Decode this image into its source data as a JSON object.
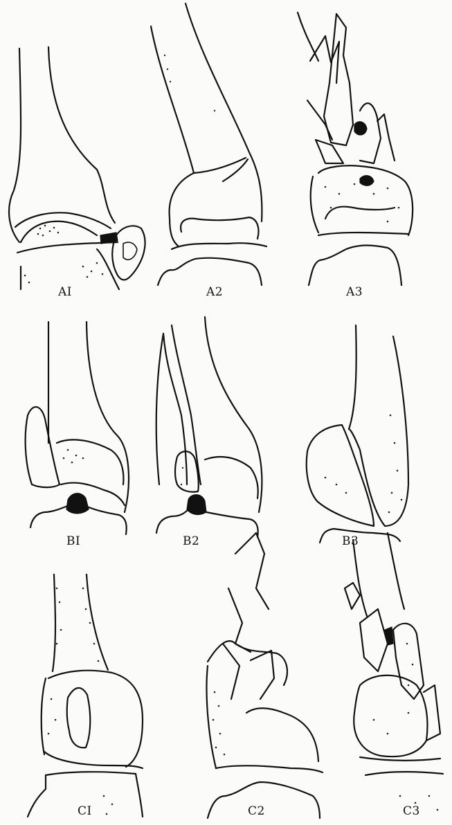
{
  "figure": {
    "panels": [
      {
        "id": "A1",
        "label": "AI"
      },
      {
        "id": "A2",
        "label": "A2"
      },
      {
        "id": "A3",
        "label": "A3"
      },
      {
        "id": "B1",
        "label": "BI"
      },
      {
        "id": "B2",
        "label": "B2"
      },
      {
        "id": "B3",
        "label": "B3"
      },
      {
        "id": "C1",
        "label": "CI"
      },
      {
        "id": "C2",
        "label": "C2"
      },
      {
        "id": "C3",
        "label": "C3"
      }
    ]
  }
}
